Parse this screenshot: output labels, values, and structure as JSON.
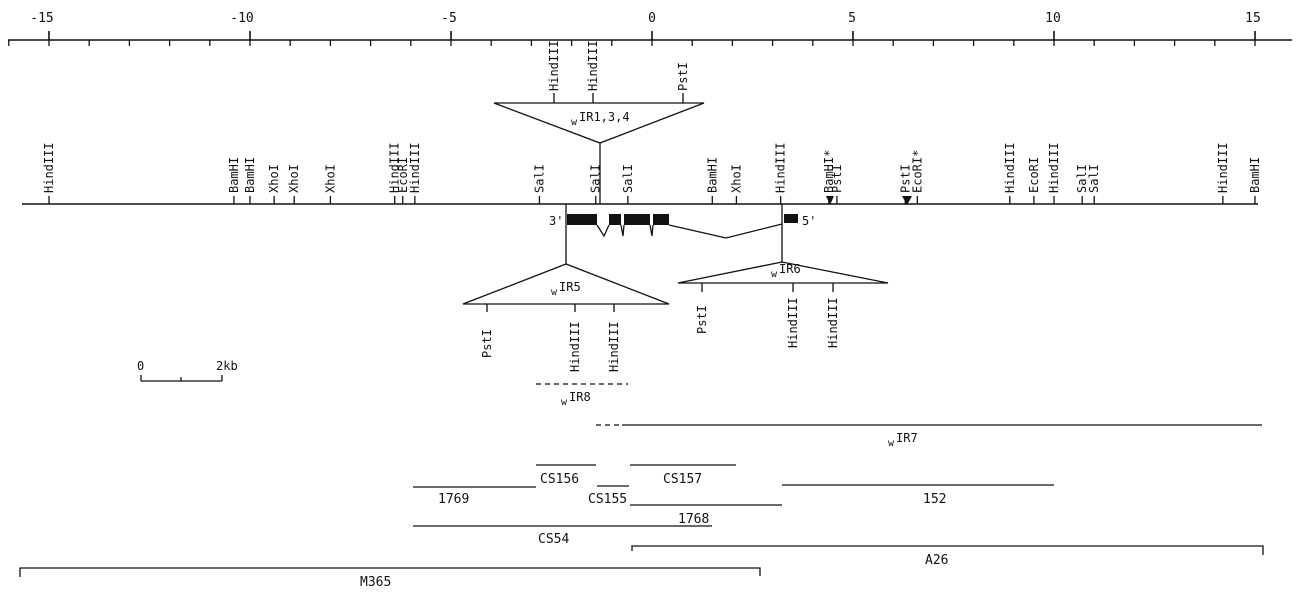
{
  "scale_ruler": {
    "ticks": [
      -15,
      -10,
      -5,
      0,
      5,
      10,
      15
    ],
    "tick_labels": [
      "-15",
      "-10",
      "-5",
      "0",
      "5",
      "10",
      "15"
    ]
  },
  "main_map": {
    "sites": [
      {
        "label": "HindIII",
        "pos": -15
      },
      {
        "label": "BamHI",
        "pos": -10.4
      },
      {
        "label": "BamHI",
        "pos": -10
      },
      {
        "label": "XhoI",
        "pos": -9.4
      },
      {
        "label": "XhoI",
        "pos": -8.9
      },
      {
        "label": "XhoI",
        "pos": -8
      },
      {
        "label": "HindIII",
        "pos": -6.4
      },
      {
        "label": "EcoRI",
        "pos": -6.2
      },
      {
        "label": "HindIII",
        "pos": -5.9
      },
      {
        "label": "SalI",
        "pos": -2.8
      },
      {
        "label": "SalI",
        "pos": -1.4
      },
      {
        "label": "SalI",
        "pos": -0.6
      },
      {
        "label": "BamHI",
        "pos": 1.5
      },
      {
        "label": "XhoI",
        "pos": 2.1
      },
      {
        "label": "HindIII",
        "pos": 3.2
      },
      {
        "label": "BamHI*",
        "pos": 4.4
      },
      {
        "label": "PstI",
        "pos": 4.6
      },
      {
        "label": "PstI",
        "pos": 6.3
      },
      {
        "label": "EcoRI*",
        "pos": 6.6
      },
      {
        "label": "HindIII",
        "pos": 8.9
      },
      {
        "label": "EcoRI",
        "pos": 9.5
      },
      {
        "label": "HindIII",
        "pos": 10
      },
      {
        "label": "SalI",
        "pos": 10.7
      },
      {
        "label": "SalI",
        "pos": 11
      },
      {
        "label": "HindIII",
        "pos": 14.2
      },
      {
        "label": "BamHI",
        "pos": 15
      }
    ],
    "gene_ends": {
      "three_prime": "3'",
      "five_prime": "5'"
    }
  },
  "insertions": {
    "wIR134": {
      "prefix": "w",
      "name": "IR1,3,4",
      "sites": [
        "HindIII",
        "HindIII",
        "PstI"
      ]
    },
    "wIR5": {
      "prefix": "w",
      "name": "IR5",
      "sites": [
        "PstI",
        "HindIII",
        "HindIII"
      ]
    },
    "wIR6": {
      "prefix": "w",
      "name": "IR6",
      "sites": [
        "PstI",
        "HindIII",
        "HindIII"
      ]
    },
    "wIR8": {
      "prefix": "w",
      "name": "IR8"
    },
    "wIR7": {
      "prefix": "w",
      "name": "IR7"
    }
  },
  "scale_bar": {
    "start_label": "0",
    "end_label": "2kb"
  },
  "clones": [
    {
      "name": "CS156"
    },
    {
      "name": "CS157"
    },
    {
      "name": "CS155"
    },
    {
      "name": "1769"
    },
    {
      "name": "152"
    },
    {
      "name": "1768"
    },
    {
      "name": "CS54"
    },
    {
      "name": "A26"
    },
    {
      "name": "M365"
    }
  ]
}
